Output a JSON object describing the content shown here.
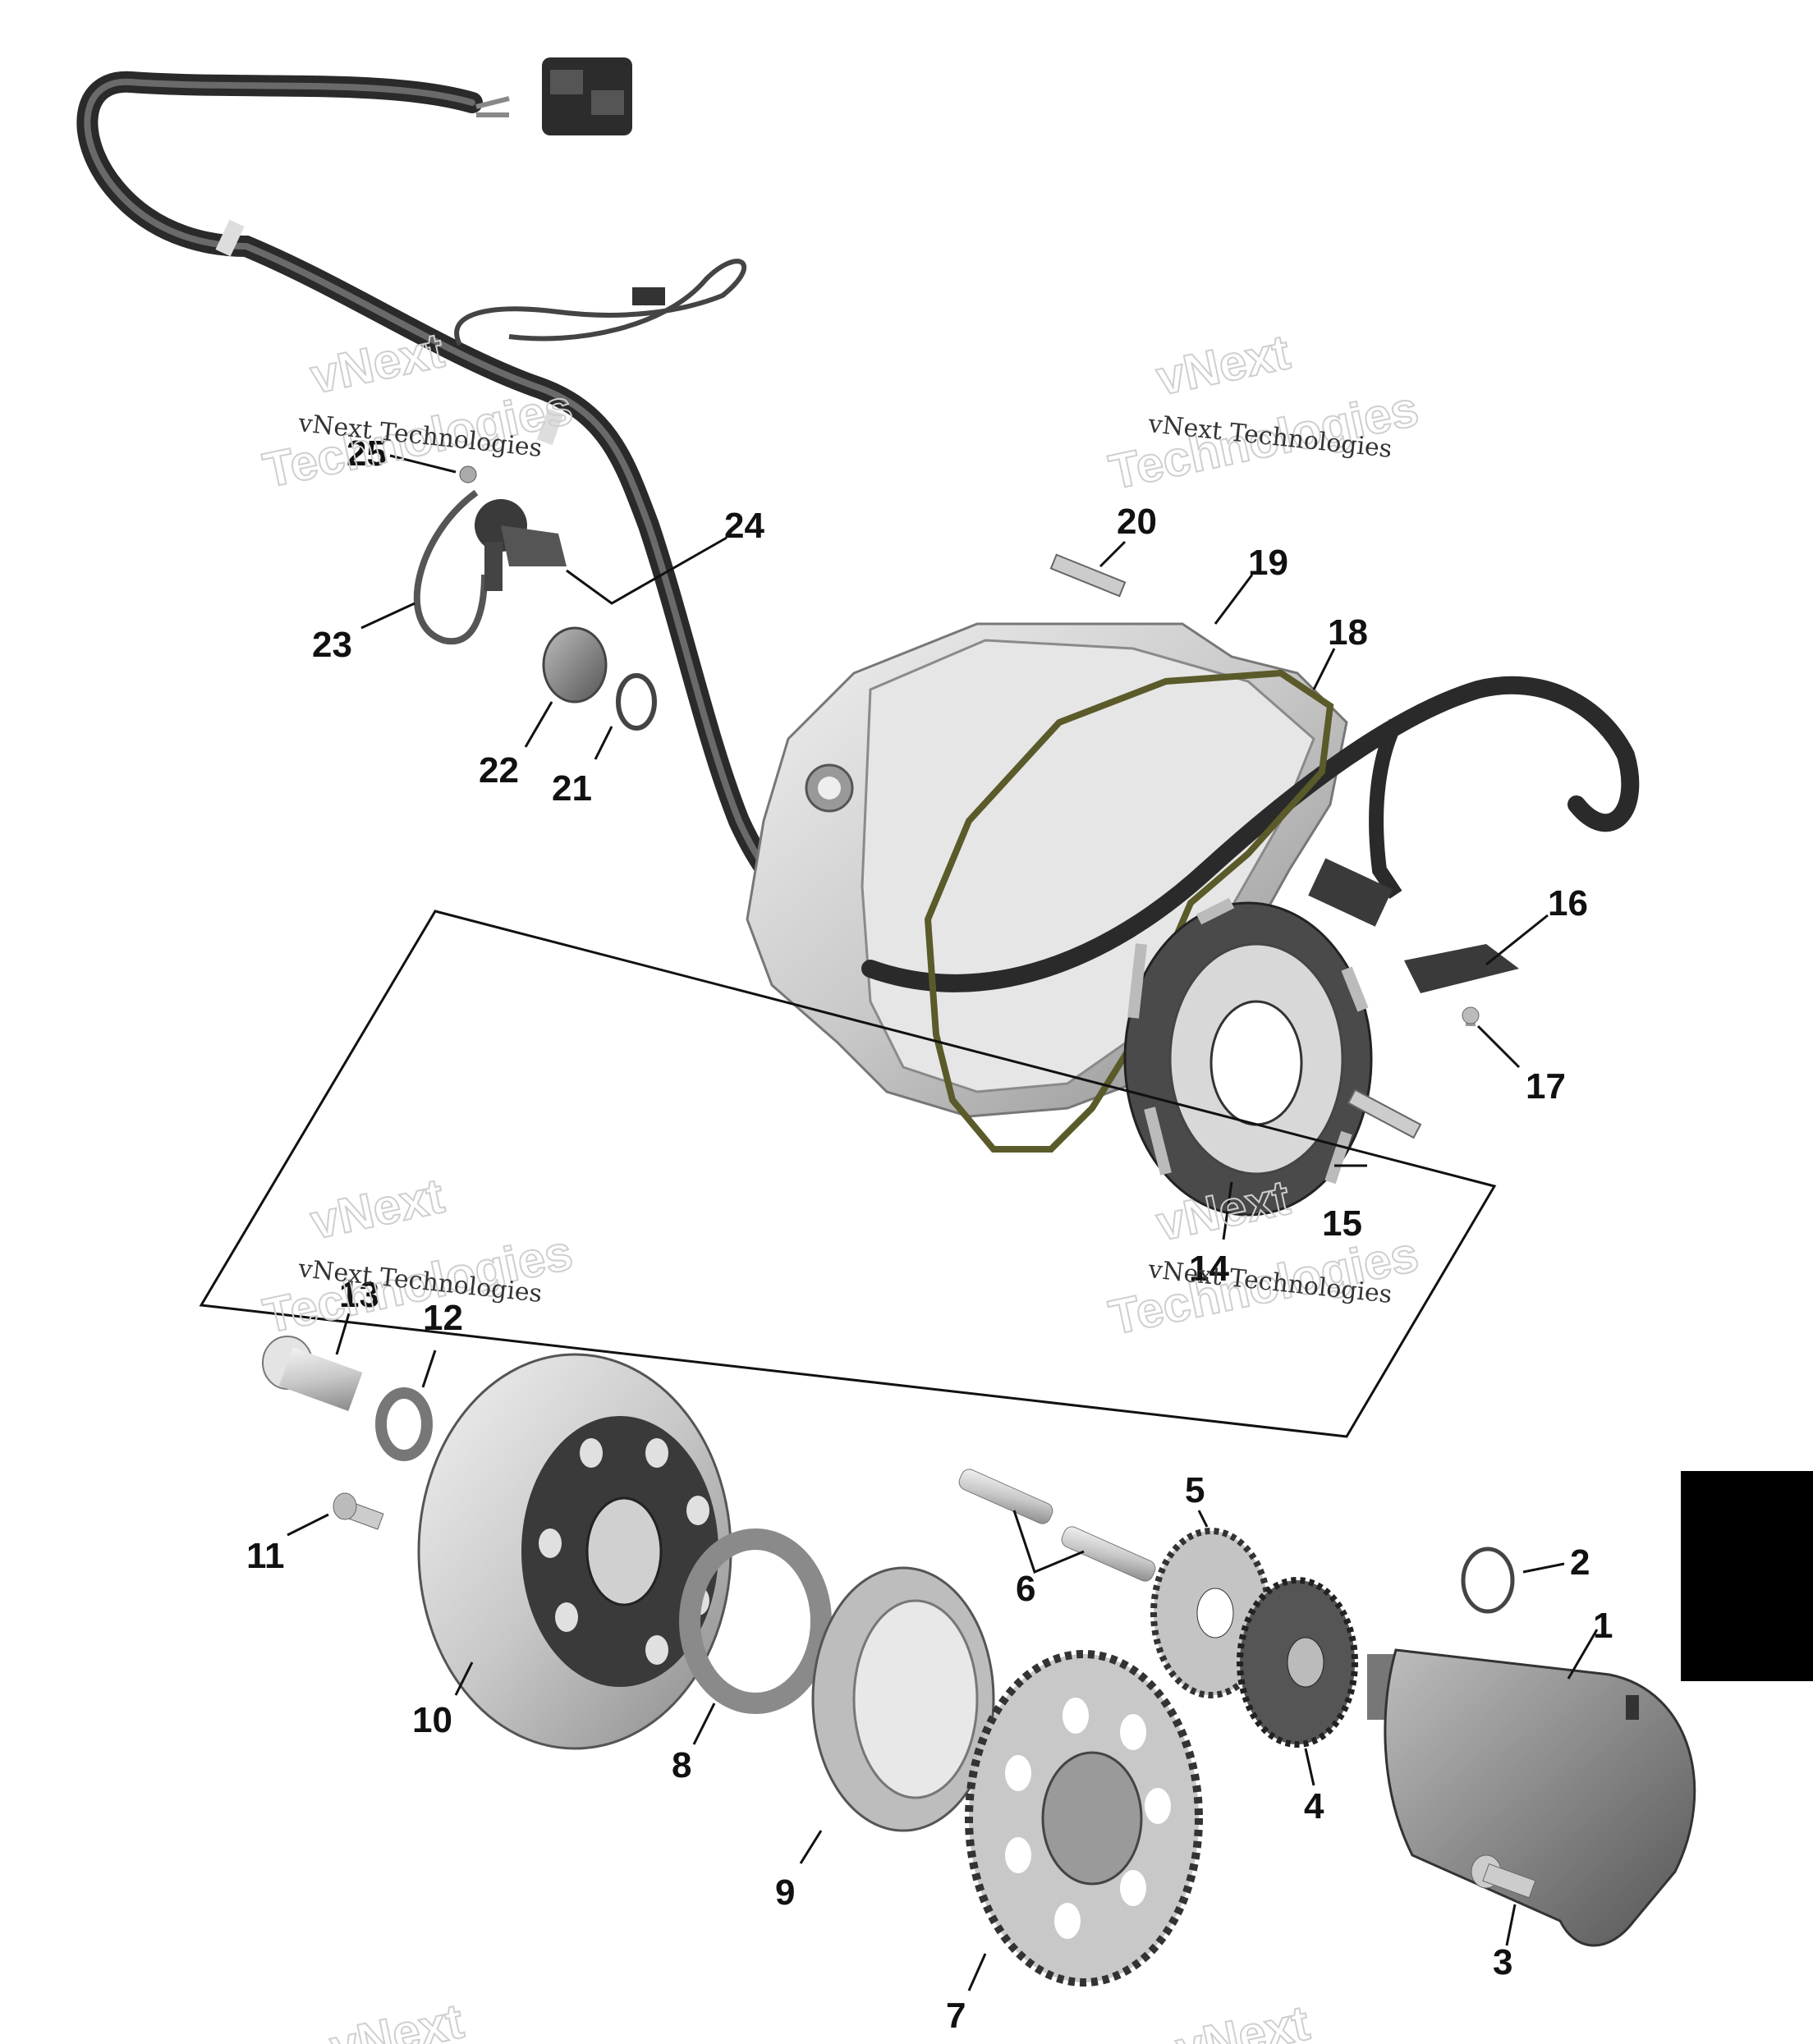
{
  "callouts": [
    "1",
    "2",
    "3",
    "4",
    "5",
    "6",
    "7",
    "8",
    "9",
    "10",
    "11",
    "12",
    "13",
    "14",
    "15",
    "16",
    "17",
    "18",
    "19",
    "20",
    "21",
    "22",
    "23",
    "24",
    "25"
  ],
  "watermark": {
    "small": "vNext Technologies",
    "big_line1": "vNext",
    "big_line2": "Technologies"
  },
  "colors": {
    "line": "#111111",
    "part_fill": "#cfcfcf",
    "part_dark": "#3a3a3a",
    "gasket": "#5a5a2a",
    "tab": "#000000"
  }
}
